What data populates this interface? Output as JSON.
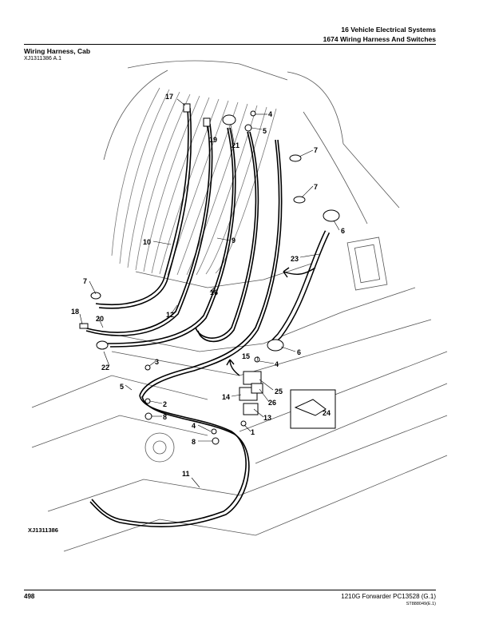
{
  "header": {
    "section": "16 Vehicle Electrical Systems",
    "group": "1674 Wiring Harness And Switches"
  },
  "figure": {
    "title": "Wiring Harness, Cab",
    "id_top": "XJ1311386 A.1",
    "id_bottom": "XJ1311386",
    "callouts": [
      "17",
      "19",
      "21",
      "4",
      "5",
      "7",
      "7",
      "6",
      "23",
      "9",
      "10",
      "7",
      "16",
      "12",
      "18",
      "20",
      "22",
      "3",
      "15",
      "4",
      "6",
      "25",
      "5",
      "2",
      "8",
      "14",
      "26",
      "13",
      "24",
      "4",
      "1",
      "8",
      "11"
    ]
  },
  "footer": {
    "page": "498",
    "doc": "1210G Forwarder   PC13528   (G.1)",
    "code": "ST888049(E.1)"
  }
}
